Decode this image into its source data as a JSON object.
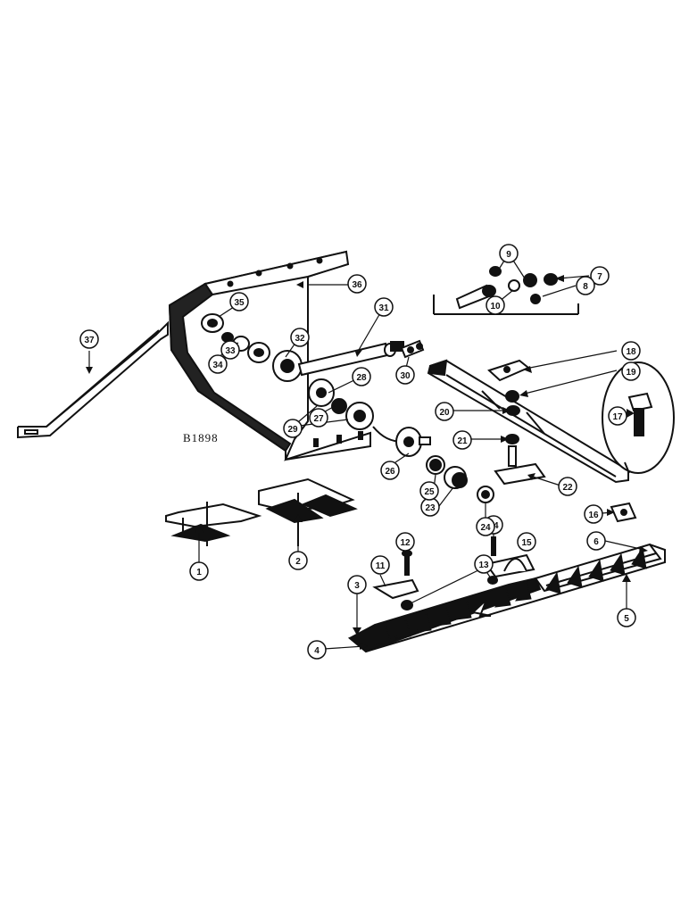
{
  "figure": {
    "drawing_code": "B1898",
    "callouts": [
      "1",
      "2",
      "3",
      "4",
      "5",
      "6",
      "7",
      "8",
      "9",
      "10",
      "11",
      "12",
      "13",
      "14",
      "15",
      "16",
      "17",
      "18",
      "19",
      "20",
      "21",
      "22",
      "23",
      "24",
      "25",
      "26",
      "27",
      "28",
      "29",
      "30",
      "31",
      "32",
      "33",
      "34",
      "35",
      "36",
      "37"
    ]
  },
  "colors": {
    "ink": "#111111",
    "paper": "#ffffff"
  }
}
